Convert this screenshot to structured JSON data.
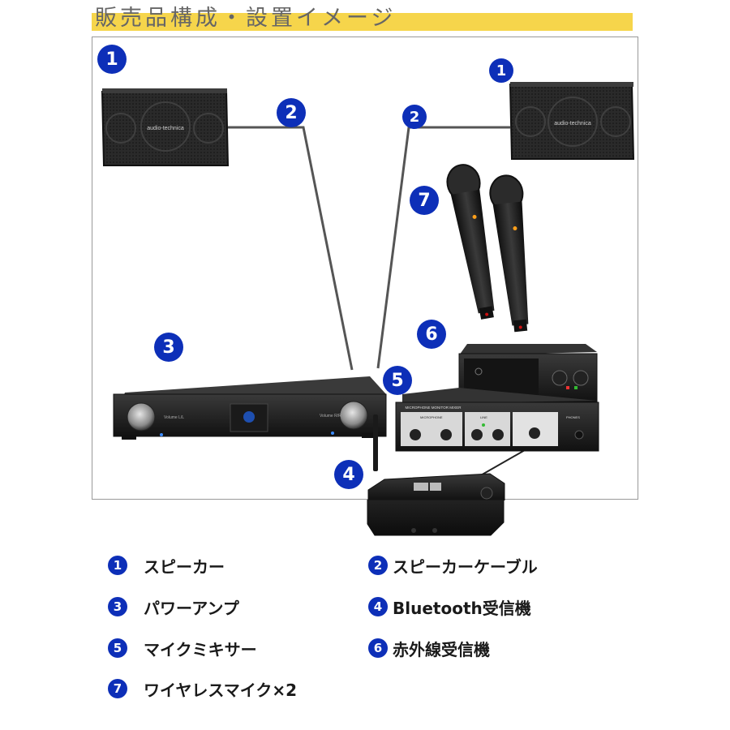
{
  "header": {
    "title": "販売品構成・設置イメージ"
  },
  "diagram": {
    "badges": {
      "speaker_left": "1",
      "speaker_right": "1",
      "cable_left": "2",
      "cable_right": "2",
      "amp": "3",
      "bluetooth": "4",
      "mixer": "5",
      "ir_receiver": "6",
      "mics": "7"
    },
    "brand_label": "audio-technica",
    "amp_knob_left_label": "Volume L/L",
    "amp_knob_right_label": "Volume R/R",
    "mixer_title": "MICROPHONE MONITOR MIXER",
    "mixer_section_mic": "MICROPHONE",
    "mixer_section_line": "LINE",
    "mixer_section_phones": "PHONES"
  },
  "legend": {
    "items": [
      {
        "num": "1",
        "label": "スピーカー"
      },
      {
        "num": "2",
        "label": "スピーカーケーブル"
      },
      {
        "num": "3",
        "label": "パワーアンプ"
      },
      {
        "num": "4",
        "label": "Bluetooth受信機"
      },
      {
        "num": "5",
        "label": "マイクミキサー"
      },
      {
        "num": "6",
        "label": "赤外線受信機"
      },
      {
        "num": "7",
        "label": "ワイヤレスマイク×2"
      }
    ]
  },
  "colors": {
    "badge": "#0d2fb8",
    "highlight": "#f6d54b",
    "device_body": "#1c1c1c"
  }
}
